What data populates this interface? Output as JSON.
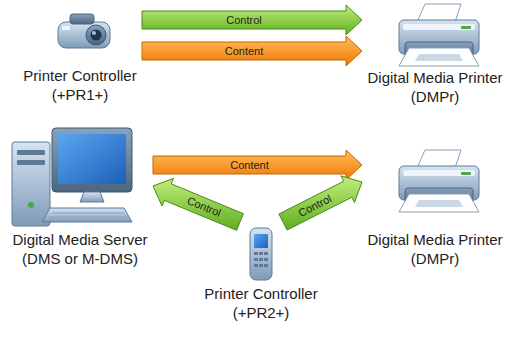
{
  "diagram": {
    "nodes": [
      {
        "text": [
          "Printer Controller",
          "(+PR1+)"
        ]
      },
      {
        "text": [
          "Digital Media Printer",
          "(DMPr)"
        ]
      },
      {
        "text": [
          "Digital Media Server",
          "(DMS or M-DMS)"
        ]
      },
      {
        "text": [
          "Digital Media Printer",
          "(DMPr)"
        ]
      },
      {
        "text": [
          "Printer Controller",
          "(+PR2+)"
        ]
      }
    ],
    "edges": [
      {
        "from": 0,
        "to": 1,
        "label": "Control",
        "arrow": "to"
      },
      {
        "from": 0,
        "to": 1,
        "label": "Content",
        "arrow": "to"
      },
      {
        "from": 2,
        "to": 3,
        "label": "Content",
        "arrow": "to"
      },
      {
        "from": 4,
        "to": 2,
        "label": "Control",
        "arrow": "to"
      },
      {
        "from": 4,
        "to": 3,
        "label": "Control",
        "arrow": "to"
      }
    ]
  }
}
